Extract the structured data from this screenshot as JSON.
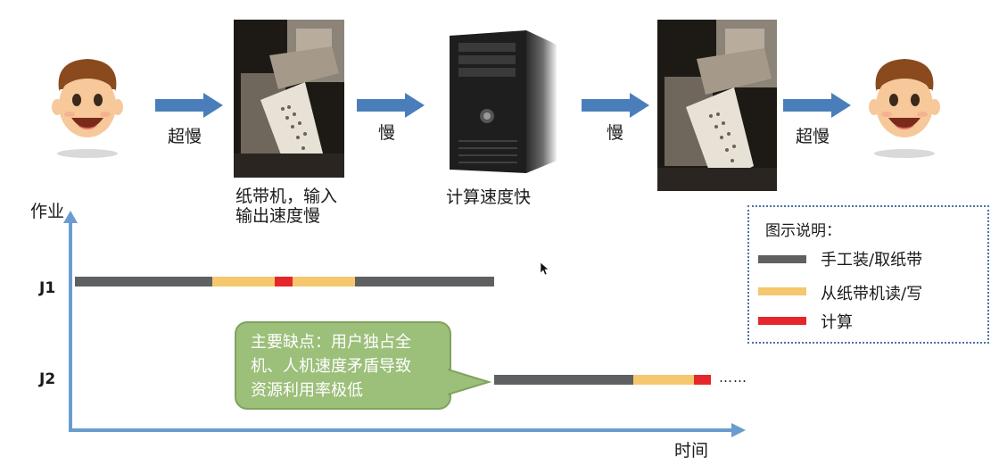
{
  "flow": {
    "arrow1_label": "超慢",
    "tape_input_label_line1": "纸带机，输入",
    "tape_input_label_line2": "输出速度慢",
    "arrow2_label": "慢",
    "computer_label": "计算速度快",
    "arrow3_label": "慢",
    "arrow4_label": "超慢"
  },
  "timeline": {
    "y_axis_label": "作业",
    "x_axis_label": "时间",
    "rows": [
      {
        "label": "J1"
      },
      {
        "label": "J2"
      }
    ],
    "ellipsis": "……"
  },
  "legend": {
    "title": "图示说明：",
    "items": [
      {
        "label": "手工装/取纸带",
        "color": "#5f6062"
      },
      {
        "label": "从纸带机读/写",
        "color": "#f5c76e"
      },
      {
        "label": "计算",
        "color": "#e5262b"
      }
    ]
  },
  "callout": {
    "line1": "主要缺点：用户独占全",
    "line2": "机、人机速度矛盾导致",
    "line3": "资源利用率极低"
  },
  "colors": {
    "arrow": "#4a7ebb",
    "axis": "#6a9ccf",
    "manual": "#5f6062",
    "io": "#f5c76e",
    "compute": "#e5262b"
  }
}
